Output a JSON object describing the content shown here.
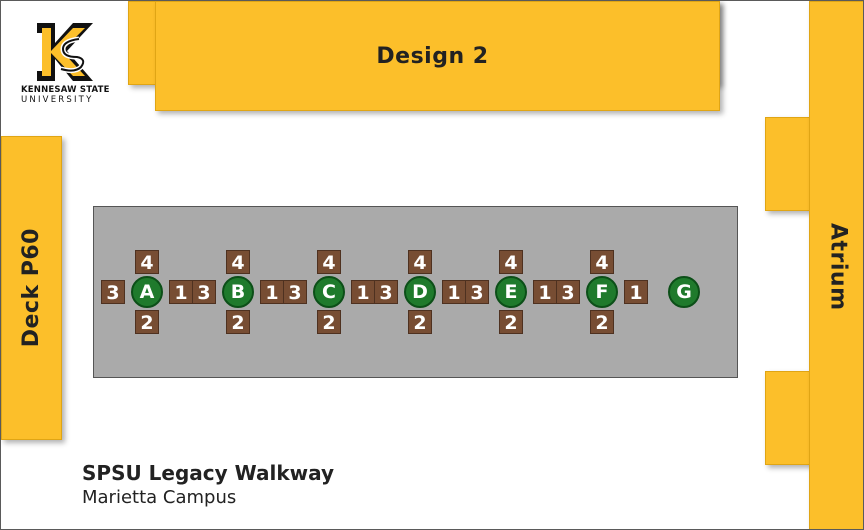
{
  "logo": {
    "university_line1": "KENNESAW STATE",
    "university_line2": "UNIVERSITY"
  },
  "buildings": {
    "design2": "Design 2",
    "deck": "Deck P60",
    "atrium": "Atrium"
  },
  "walkway": {
    "title": "SPSU Legacy Walkway",
    "subtitle": "Marietta Campus"
  },
  "stations": [
    {
      "label": "A",
      "spots": [
        "1",
        "2",
        "3",
        "4"
      ]
    },
    {
      "label": "B",
      "spots": [
        "1",
        "2",
        "3",
        "4"
      ]
    },
    {
      "label": "C",
      "spots": [
        "1",
        "2",
        "3",
        "4"
      ]
    },
    {
      "label": "D",
      "spots": [
        "1",
        "2",
        "3",
        "4"
      ]
    },
    {
      "label": "E",
      "spots": [
        "1",
        "2",
        "3",
        "4"
      ]
    },
    {
      "label": "F",
      "spots": [
        "1",
        "2",
        "3",
        "4"
      ]
    }
  ],
  "station_g": {
    "label": "G"
  },
  "colors": {
    "building": "#fcbf2a",
    "walkway": "#aaaaaa",
    "tile": "#774d33",
    "station": "#1f7a2c"
  }
}
